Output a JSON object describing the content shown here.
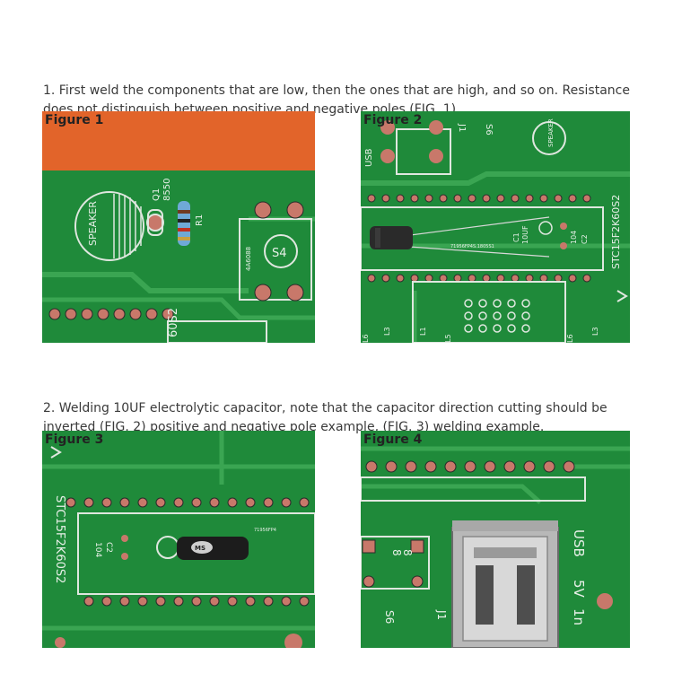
{
  "paragraphs": {
    "p1": "1. First weld the components that are low, then the ones that are high, and so on. Resistance does not distinguish between positive and negative poles (FIG. 1).",
    "p2": "2. Welding 10UF electrolytic capacitor, note that the capacitor direction cutting should be inverted (FIG. 2) positive and negative pole example, (FIG. 3) welding example."
  },
  "figures": {
    "fig1": {
      "caption": "Figure 1",
      "silkscreen": {
        "speaker": "SPEAKER",
        "q1": "Q1",
        "q1_part": "8550",
        "r1": "R1",
        "s4": "S4",
        "chip": "60S2",
        "serial": "4A6088"
      }
    },
    "fig2": {
      "caption": "Figure 2",
      "silkscreen": {
        "usb": "USB",
        "j1": "J1",
        "s6": "S6",
        "speaker": "SPEAKER",
        "c1": "C1",
        "cap_value": "10UF",
        "c2": "C2",
        "c2_value": "104",
        "chip": "STC15F2K60S2",
        "l3": "L3",
        "l5": "L5",
        "l6": "L6",
        "l1": "L1",
        "part_no": "71956FP4S.1805S1"
      }
    },
    "fig3": {
      "caption": "Figure 3",
      "silkscreen": {
        "chip": "STC15F2K60S2",
        "c2": "C2",
        "c2_value": "104",
        "cap_brand": "MS",
        "part_no": "71956FP4"
      }
    },
    "fig4": {
      "caption": "Figure 4",
      "silkscreen": {
        "usb": "USB",
        "five_v": "5V",
        "in": "1n",
        "j1": "J1",
        "s6": "S6",
        "label8": "8"
      }
    }
  },
  "colors": {
    "pcb_green": "#1f8a3a",
    "orange_bg": "#e2642a",
    "trace_light": "#3aa552",
    "pad_copper": "#c8786a"
  }
}
